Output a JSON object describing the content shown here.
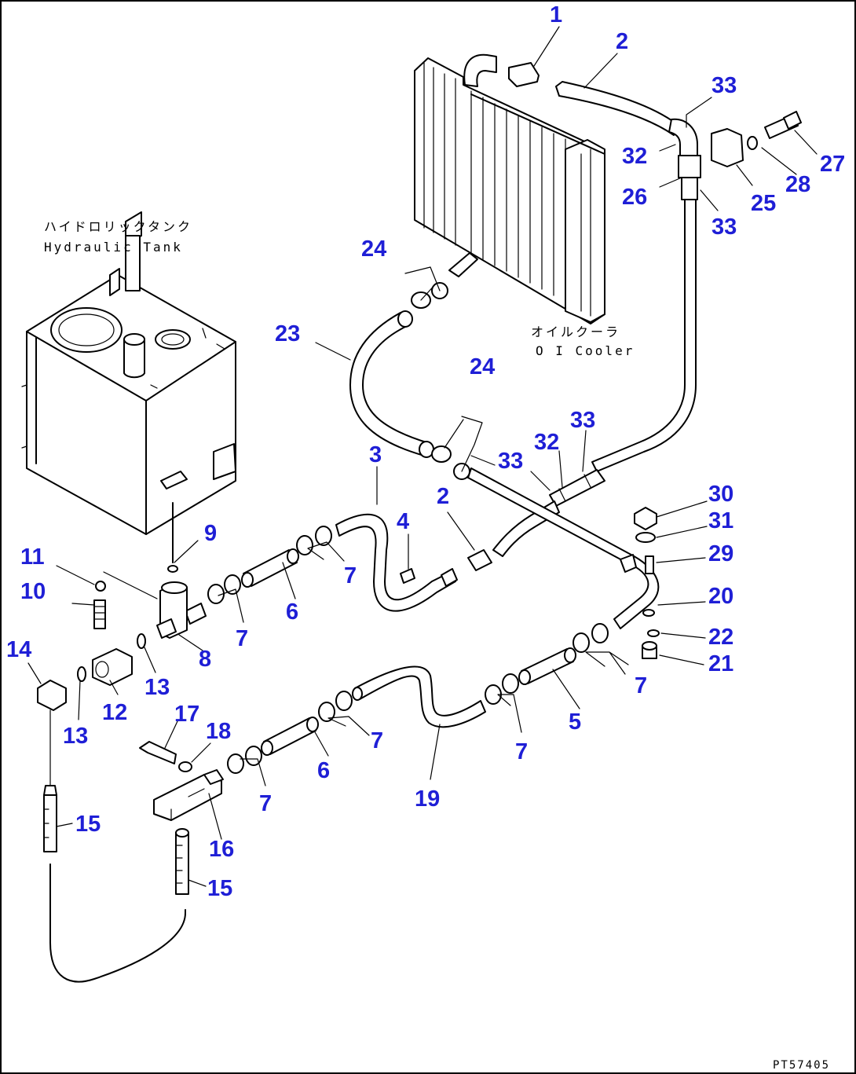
{
  "labels": {
    "tank_jp": "ハイドロリックタンク",
    "tank_en": "Hydraulic Tank",
    "cooler_jp": "オイルクーラ",
    "cooler_en": "O I Cooler",
    "drawing_code": "PT57405"
  },
  "callouts": [
    "1",
    "2",
    "2",
    "3",
    "4",
    "5",
    "6",
    "6",
    "7",
    "7",
    "7",
    "7",
    "7",
    "7",
    "8",
    "9",
    "10",
    "11",
    "12",
    "13",
    "13",
    "14",
    "15",
    "15",
    "16",
    "17",
    "18",
    "19",
    "20",
    "21",
    "22",
    "23",
    "24",
    "24",
    "25",
    "26",
    "27",
    "28",
    "29",
    "30",
    "31",
    "32",
    "32",
    "33",
    "33",
    "33",
    "33"
  ]
}
